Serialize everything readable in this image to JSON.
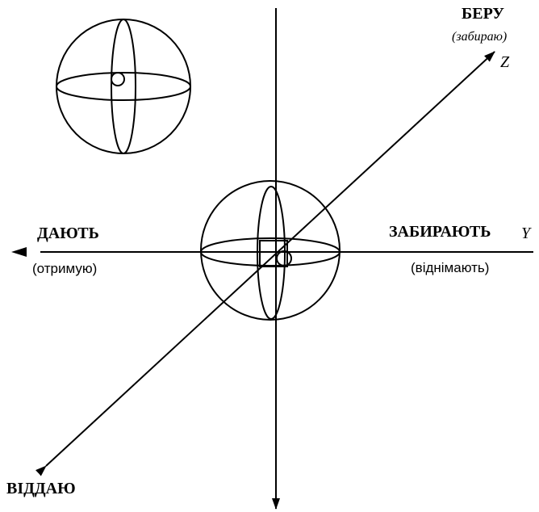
{
  "colors": {
    "stroke": "#000000",
    "background": "#ffffff"
  },
  "labels": {
    "take": "БЕРУ",
    "take_note": "(забираю)",
    "z_axis": "Z",
    "give": "ДАЮТЬ",
    "give_note": "(отримую)",
    "take_away": "ЗАБИРАЮТЬ",
    "y_axis": "Y",
    "take_away_note": "(віднімають)",
    "give_away": "ВІДДАЮ"
  }
}
